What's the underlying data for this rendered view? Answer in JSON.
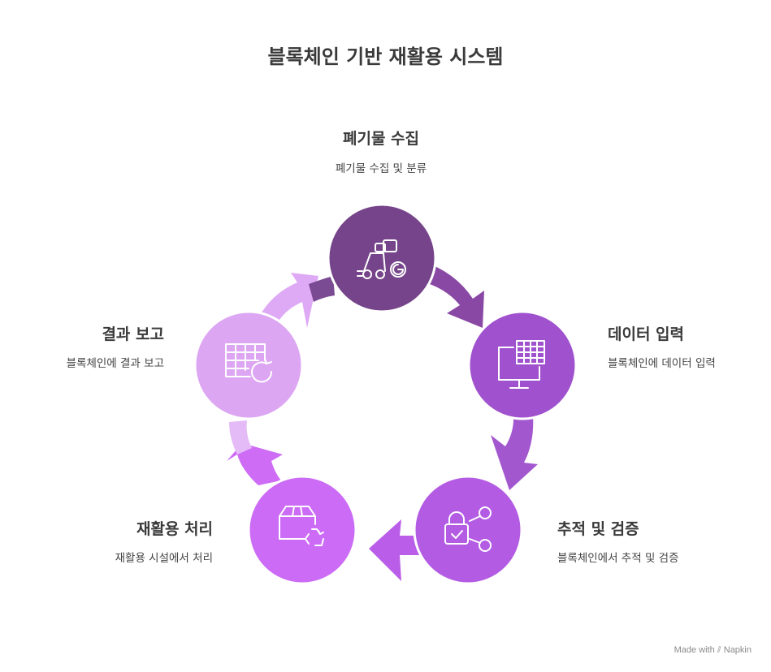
{
  "title": "블록체인 기반 재활용 시스템",
  "steps": [
    {
      "heading": "폐기물 수집",
      "desc": "폐기물 수집 및 분류",
      "color": "#76448A",
      "icon": "truck-icon"
    },
    {
      "heading": "데이터 입력",
      "desc": "블록체인에 데이터 입력",
      "color": "#A052CE",
      "icon": "monitor-table-icon"
    },
    {
      "heading": "추적 및 검증",
      "desc": "블록체인에서 추적 및 검증",
      "color": "#B45BE3",
      "icon": "lock-share-icon"
    },
    {
      "heading": "재활용 처리",
      "desc": "재활용 시설에서 처리",
      "color": "#CC6BF5",
      "icon": "box-recycle-icon"
    },
    {
      "heading": "결과 보고",
      "desc": "블록체인에 결과 보고",
      "color": "#DDA6F3",
      "icon": "table-refresh-icon"
    }
  ],
  "credit": {
    "made_with": "Made with",
    "brand": "Napkin"
  }
}
